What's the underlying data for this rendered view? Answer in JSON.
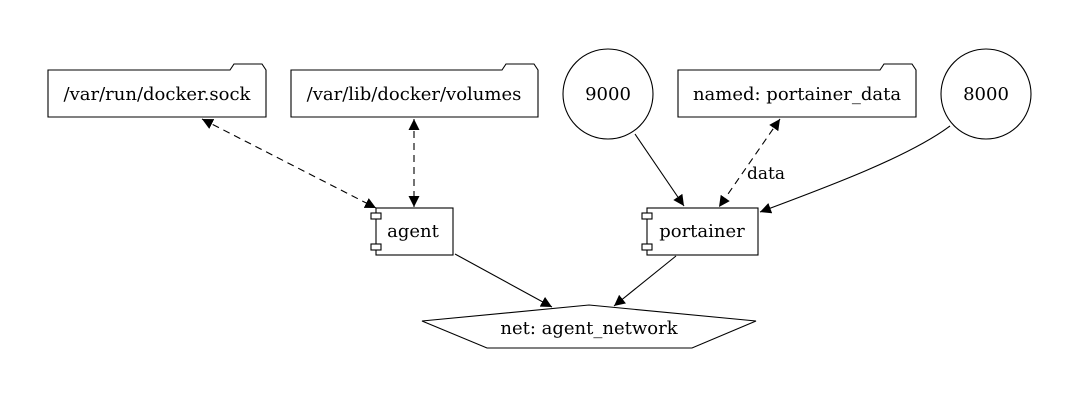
{
  "nodes": {
    "docker_sock": "/var/run/docker.sock",
    "docker_volumes": "/var/lib/docker/volumes",
    "port_9000": "9000",
    "portainer_data": "named: portainer_data",
    "port_8000": "8000",
    "agent": "agent",
    "portainer": "portainer",
    "agent_network": "net: agent_network"
  },
  "edges": {
    "data_label": "data"
  }
}
